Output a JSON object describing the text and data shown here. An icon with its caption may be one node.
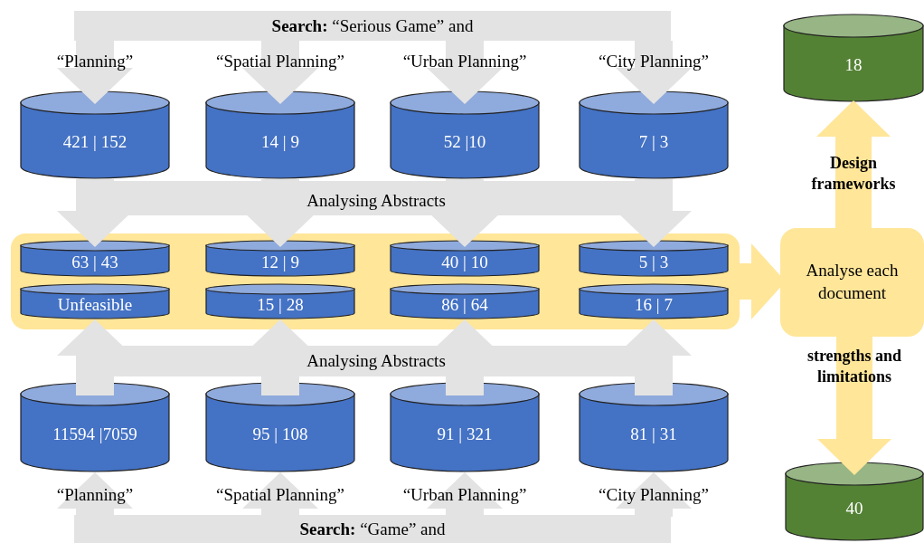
{
  "diagram": {
    "nodes": [
      {
        "text": [
          "**Search:** “Serious Game” and"
        ]
      },
      {
        "text": [
          "421 | 152"
        ]
      },
      {
        "text": [
          "14 | 9"
        ]
      },
      {
        "text": [
          "52 |10"
        ]
      },
      {
        "text": [
          "7 | 3"
        ]
      },
      {
        "text": [],
        "shape": "box"
      },
      {
        "text": [
          "63 | 43"
        ],
        "in": 5
      },
      {
        "text": [
          "12 | 9"
        ],
        "in": 5
      },
      {
        "text": [
          "40 | 10"
        ],
        "in": 5
      },
      {
        "text": [
          "5 | 3"
        ],
        "in": 5
      },
      {
        "text": [
          "Unfeasible"
        ],
        "in": 5
      },
      {
        "text": [
          "15 | 28"
        ],
        "in": 5
      },
      {
        "text": [
          "86 | 64"
        ],
        "in": 5
      },
      {
        "text": [
          "16 | 7"
        ],
        "in": 5
      },
      {
        "text": [
          "11594 |7059"
        ]
      },
      {
        "text": [
          "95 | 108"
        ]
      },
      {
        "text": [
          "91 | 321"
        ]
      },
      {
        "text": [
          "81 | 31"
        ]
      },
      {
        "text": [
          "**Search:** “Game” and"
        ]
      },
      {
        "text": [
          "Analyse each document"
        ]
      },
      {
        "text": [
          "18"
        ]
      },
      {
        "text": [
          "40"
        ]
      }
    ],
    "edges": [
      {
        "from": 0,
        "to": 1,
        "arrow": "to",
        "label": "“Planning”"
      },
      {
        "from": 0,
        "to": 2,
        "arrow": "to",
        "label": "“Spatial Planning”"
      },
      {
        "from": 0,
        "to": 3,
        "arrow": "to",
        "label": "“Urban Planning”"
      },
      {
        "from": 0,
        "to": 4,
        "arrow": "to",
        "label": "“City Planning”"
      },
      {
        "from": 1,
        "to": 6,
        "arrow": "to"
      },
      {
        "from": 2,
        "to": 7,
        "arrow": "to"
      },
      {
        "from": 3,
        "to": 8,
        "arrow": "to"
      },
      {
        "from": 4,
        "to": 9,
        "arrow": "to"
      },
      {
        "from": 14,
        "to": 10,
        "arrow": "to"
      },
      {
        "from": 15,
        "to": 11,
        "arrow": "to"
      },
      {
        "from": 16,
        "to": 12,
        "arrow": "to"
      },
      {
        "from": 17,
        "to": 13,
        "arrow": "to"
      },
      {
        "from": 18,
        "to": 14,
        "arrow": "to",
        "label": "“Planning”"
      },
      {
        "from": 18,
        "to": 15,
        "arrow": "to",
        "label": "“Spatial Planning”"
      },
      {
        "from": 18,
        "to": 16,
        "arrow": "to",
        "label": "“Urban Planning”"
      },
      {
        "from": 18,
        "to": 17,
        "arrow": "to",
        "label": "“City Planning”"
      },
      {
        "from": 5,
        "to": 19,
        "arrow": "to",
        "color": "#ffe699"
      },
      {
        "from": 19,
        "to": 20,
        "arrow": "to",
        "label": "Design frameworks",
        "color": "#ffe699"
      },
      {
        "from": 19,
        "to": 21,
        "arrow": "to",
        "label": "strengths and limitations",
        "color": "#ffe699"
      }
    ],
    "labels": [
      "Analysing Abstracts",
      "Analysing Abstracts"
    ]
  }
}
